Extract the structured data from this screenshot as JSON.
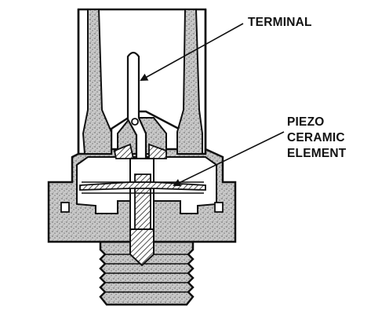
{
  "labels": {
    "terminal": "TERMINAL",
    "piezo": [
      "PIEZO",
      "CERAMIC",
      "ELEMENT"
    ]
  },
  "colors": {
    "ink": "#111111",
    "speckle": "#bdbdbd",
    "hatch": "#222222",
    "paper": "#ffffff"
  }
}
